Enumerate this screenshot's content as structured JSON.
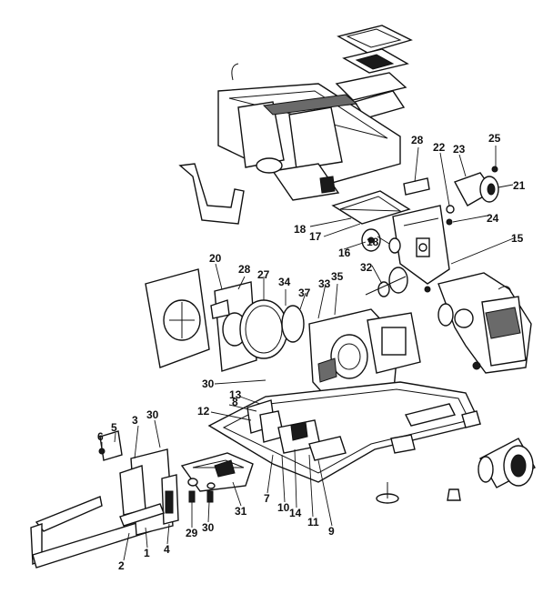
{
  "callouts": [
    {
      "id": "c1",
      "text": "1"
    },
    {
      "id": "c2",
      "text": "2"
    },
    {
      "id": "c3",
      "text": "3"
    },
    {
      "id": "c4",
      "text": "4"
    },
    {
      "id": "c5",
      "text": "5"
    },
    {
      "id": "c6",
      "text": "6"
    },
    {
      "id": "c7",
      "text": "7"
    },
    {
      "id": "c8",
      "text": "8"
    },
    {
      "id": "c9",
      "text": "9"
    },
    {
      "id": "c10",
      "text": "10"
    },
    {
      "id": "c11",
      "text": "11"
    },
    {
      "id": "c12",
      "text": "12"
    },
    {
      "id": "c13",
      "text": "13"
    },
    {
      "id": "c14",
      "text": "14"
    },
    {
      "id": "c15",
      "text": "15"
    },
    {
      "id": "c16",
      "text": "16"
    },
    {
      "id": "c17",
      "text": "17"
    },
    {
      "id": "c18a",
      "text": "18"
    },
    {
      "id": "c18b",
      "text": "18"
    },
    {
      "id": "c20",
      "text": "20"
    },
    {
      "id": "c21",
      "text": "21"
    },
    {
      "id": "c22",
      "text": "22"
    },
    {
      "id": "c23",
      "text": "23"
    },
    {
      "id": "c24",
      "text": "24"
    },
    {
      "id": "c25",
      "text": "25"
    },
    {
      "id": "c27",
      "text": "27"
    },
    {
      "id": "c28a",
      "text": "28"
    },
    {
      "id": "c28b",
      "text": "28"
    },
    {
      "id": "c29",
      "text": "29"
    },
    {
      "id": "c30a",
      "text": "30"
    },
    {
      "id": "c30b",
      "text": "30"
    },
    {
      "id": "c30c",
      "text": "30"
    },
    {
      "id": "c31",
      "text": "31"
    },
    {
      "id": "c32",
      "text": "32"
    },
    {
      "id": "c33",
      "text": "33"
    },
    {
      "id": "c34",
      "text": "34"
    },
    {
      "id": "c35",
      "text": "35"
    },
    {
      "id": "c37",
      "text": "37"
    }
  ]
}
